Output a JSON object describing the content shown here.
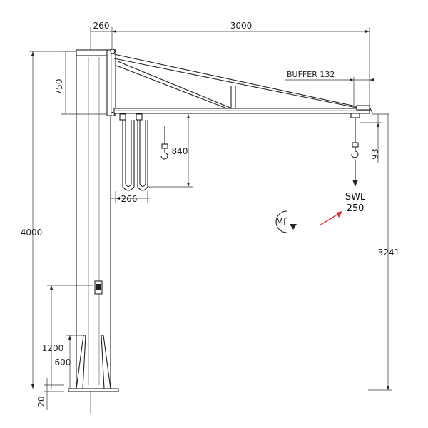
{
  "dimensions": {
    "column_offset": "260",
    "jib_length": "3000",
    "jib_height": "750",
    "buffer": "BUFFER 132",
    "hook_approach": "840",
    "hook_clearance": "93",
    "cable_offset": "266",
    "total_height": "4000",
    "under_hook_height": "3241",
    "door_height": "1200",
    "base_height": "600",
    "base_plate": "20"
  },
  "load": {
    "label": "SWL",
    "value": "250"
  },
  "moment": {
    "label": "Mf"
  },
  "colors": {
    "line": "#222222",
    "arrow": "#e03030"
  }
}
